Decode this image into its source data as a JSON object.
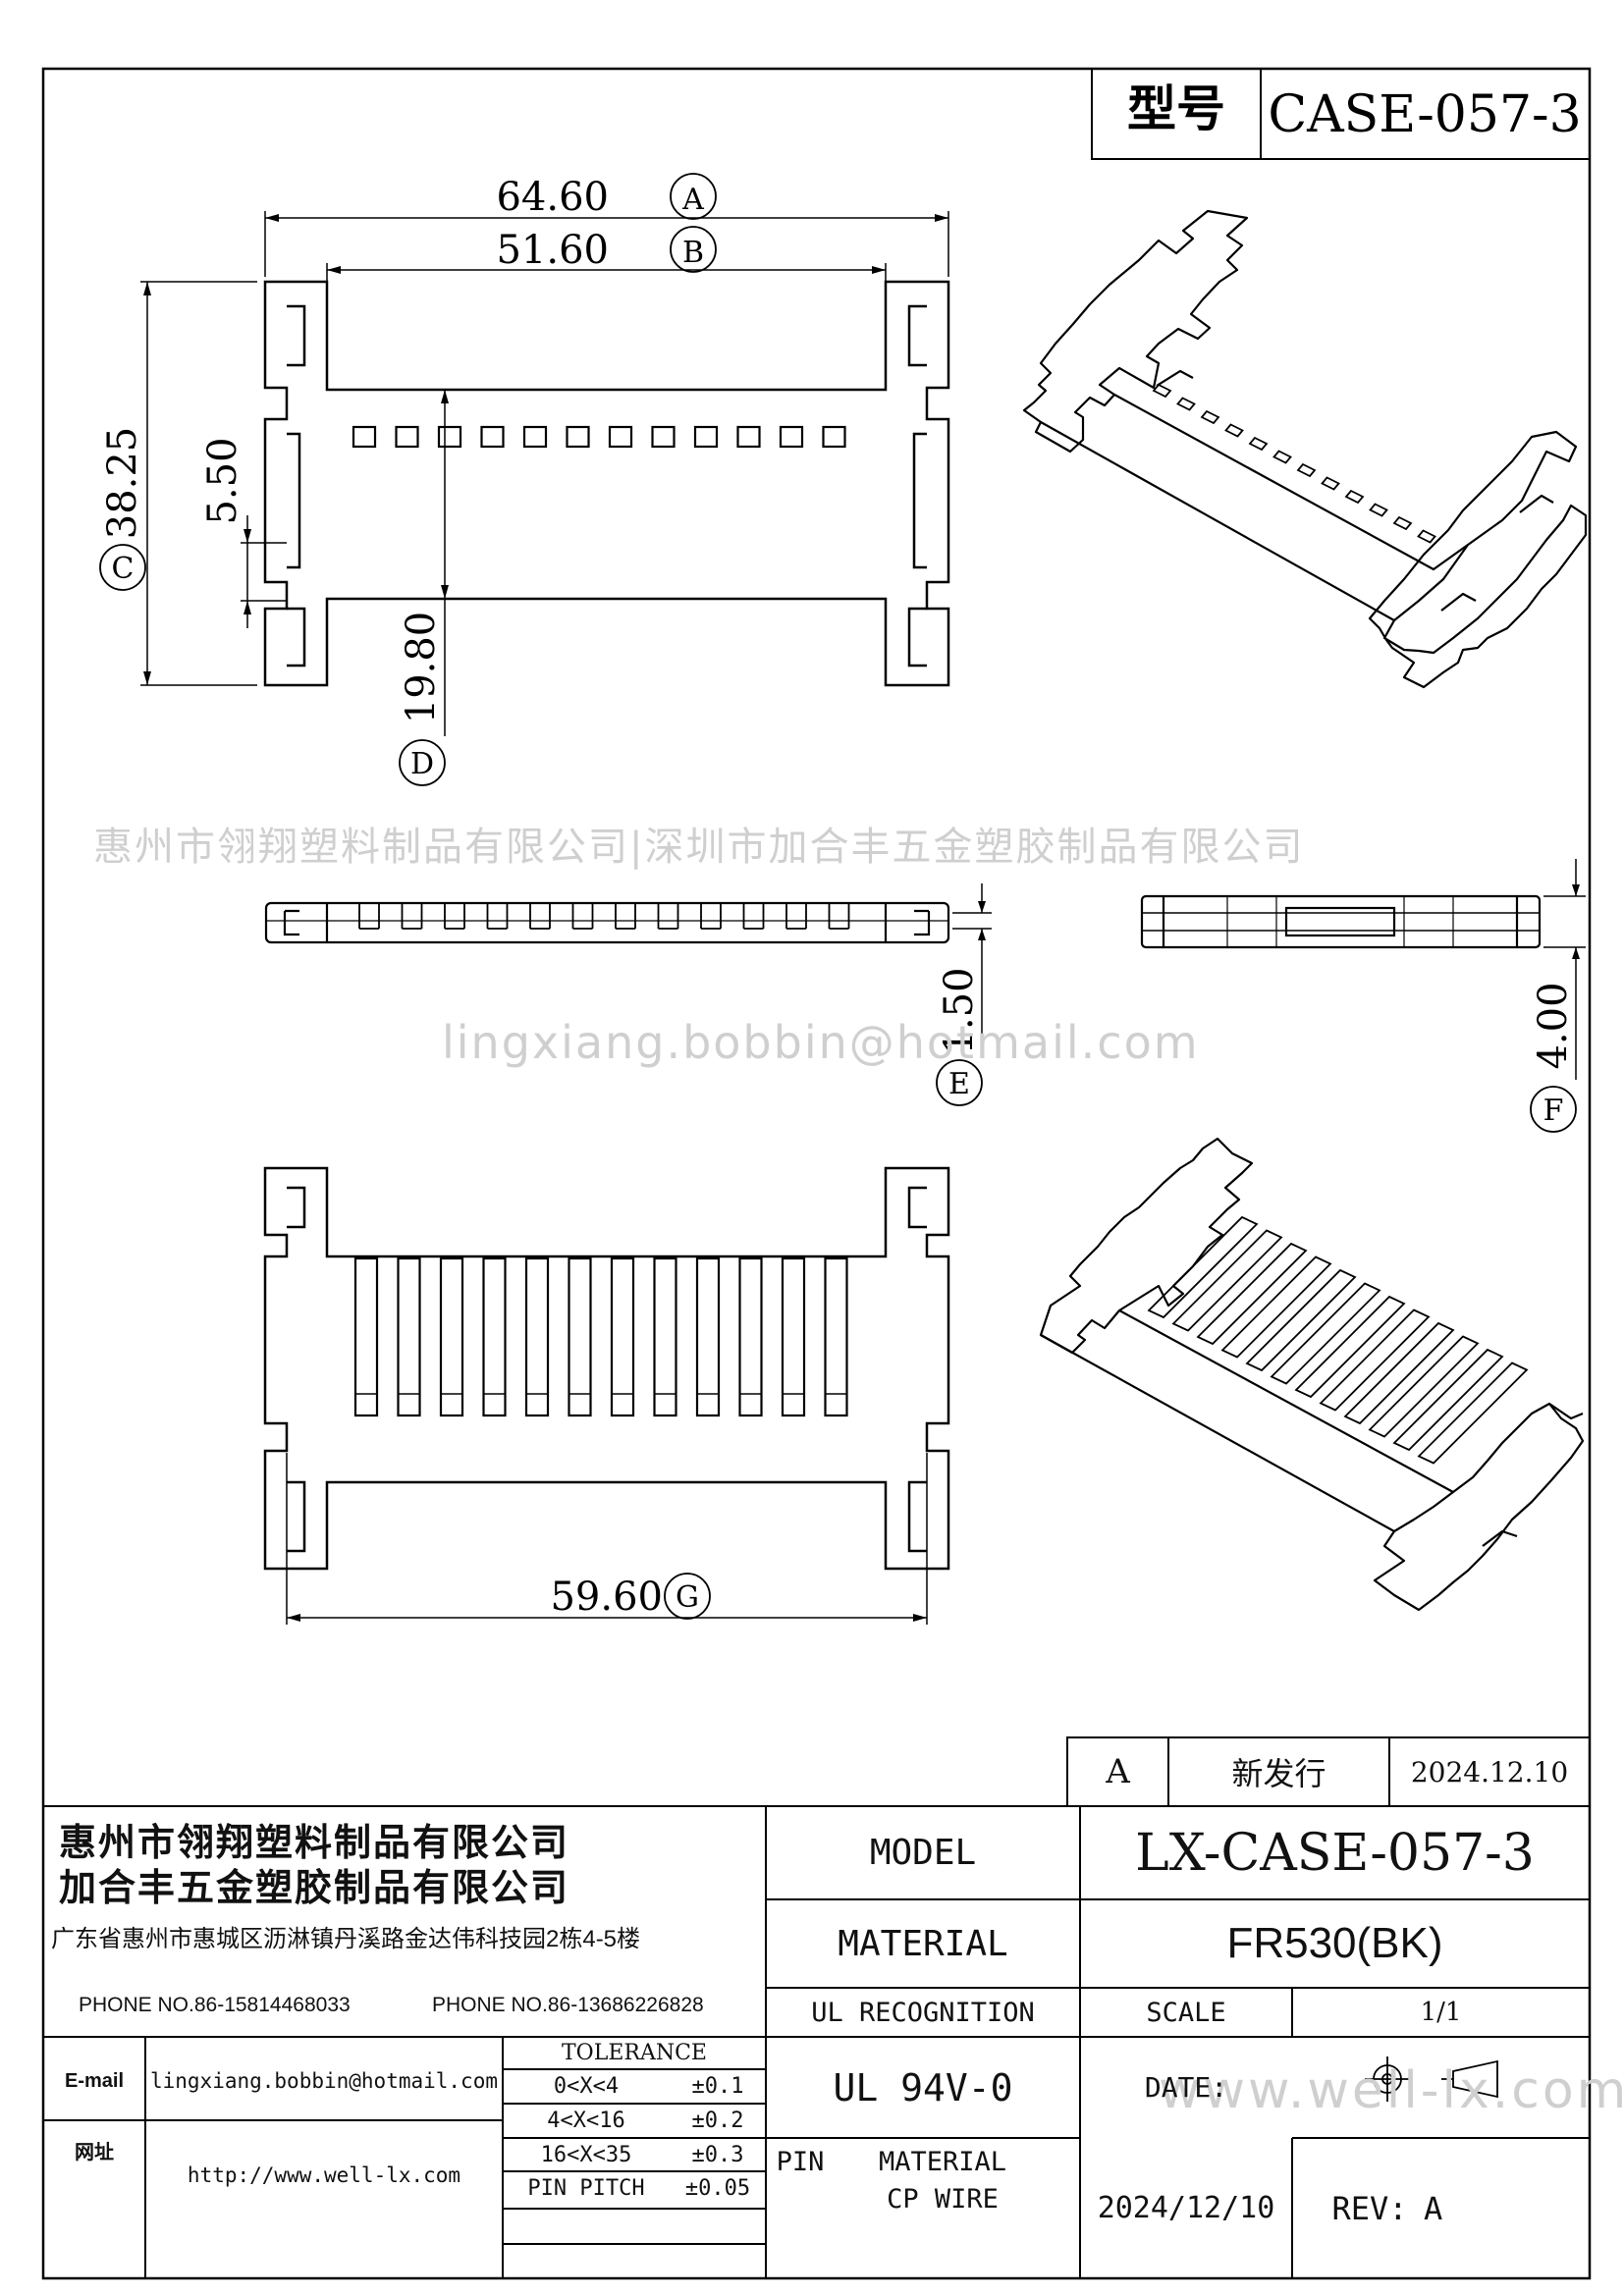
{
  "title_block_top": {
    "label": "型号",
    "value": "CASE-057-3"
  },
  "dimensions": {
    "A": "64.60",
    "B": "51.60",
    "C": "38.25",
    "D": "19.80",
    "pitch": "5.50",
    "E": "1.50",
    "F": "4.00",
    "G": "59.60"
  },
  "datum_letters": {
    "A": "A",
    "B": "B",
    "C": "C",
    "D": "D",
    "E": "E",
    "F": "F",
    "G": "G"
  },
  "watermarks": {
    "company": "惠州市翎翔塑料制品有限公司|深圳市加合丰五金塑胶制品有限公司",
    "email": "lingxiang.bobbin@hotmail.com",
    "site": "www.well-lx.com"
  },
  "revision": {
    "rev": "A",
    "desc": "新发行",
    "date": "2024.12.10"
  },
  "company": {
    "name1": "惠州市翎翔塑料制品有限公司",
    "name2": "加合丰五金塑胶制品有限公司",
    "address": "广东省惠州市惠城区沥淋镇丹溪路金达伟科技园2栋4-5楼",
    "phone1": "PHONE NO.86-15814468033",
    "phone2": "PHONE NO.86-13686226828",
    "email_label": "E-mail",
    "email": "lingxiang.bobbin@hotmail.com",
    "web_label": "网址",
    "web": "http://www.well-lx.com"
  },
  "tolerance": {
    "header": "TOLERANCE",
    "rows": [
      {
        "range": "0<X<4",
        "tol": "±0.1"
      },
      {
        "range": "4<X<16",
        "tol": "±0.2"
      },
      {
        "range": "16<X<35",
        "tol": "±0.3"
      },
      {
        "range": "PIN PITCH",
        "tol": "±0.05"
      }
    ]
  },
  "spec": {
    "model_label": "MODEL",
    "model": "LX-CASE-057-3",
    "material_label": "MATERIAL",
    "material": "FR530(BK)",
    "ul_label": "UL RECOGNITION",
    "ul": "UL 94V-0",
    "scale_label": "SCALE",
    "scale": "1/1",
    "date_label": "DATE:",
    "date": "2024/12/10",
    "pin_label": "PIN",
    "pin_material": "MATERIAL",
    "pin_wire": "CP WIRE",
    "rev_label": "REV:",
    "rev": "A"
  }
}
